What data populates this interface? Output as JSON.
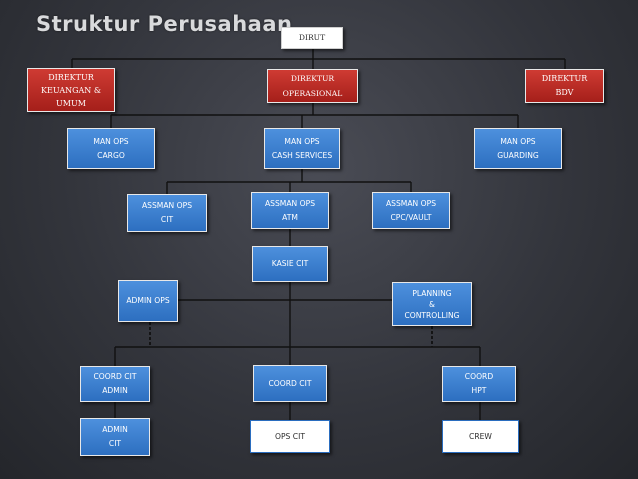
{
  "title": "Struktur Perusahaan",
  "boxes": {
    "dirut": "DIRUT",
    "direktur_keuangan": "DIREKTUR\nKEUANGAN &\nUMUM",
    "direktur_operasional": "DIREKTUR\nOPERASIONAL",
    "direktur_bdv": "DIREKTUR\nBDV",
    "man_ops_cargo": "MAN OPS\nCARGO",
    "man_ops_cash": "MAN OPS\nCASH SERVICES",
    "man_ops_guarding": "MAN OPS\nGUARDING",
    "assman_cit": "ASSMAN OPS\nCIT",
    "assman_atm": "ASSMAN OPS\nATM",
    "assman_cpc": "ASSMAN OPS\nCPC/VAULT",
    "kasie_cit": "KASIE CIT",
    "admin_ops": "ADMIN OPS",
    "planning": "PLANNING\n&\nCONTROLLING",
    "coord_cit_admin": "COORD CIT\nADMIN",
    "coord_cit": "COORD CIT",
    "coord_hpt": "COORD\nHPT",
    "admin_cit": "ADMIN\nCIT",
    "ops_cit": "OPS CIT",
    "crew": "CREW"
  },
  "colors": {
    "director": "#b8271f",
    "manager": "#3b7fd0",
    "staff": "#ffffff",
    "connector": "#111111"
  }
}
